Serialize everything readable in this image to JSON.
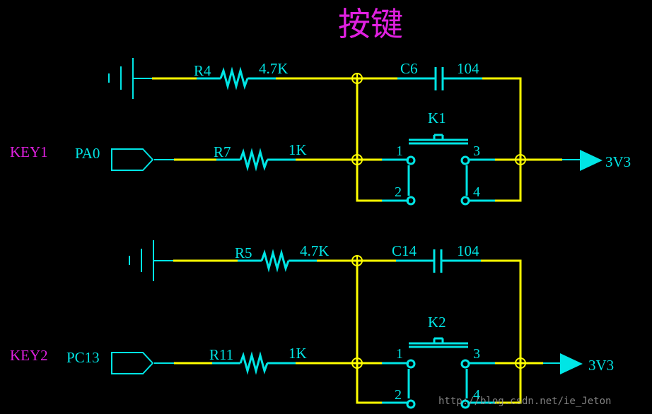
{
  "title": "按键",
  "colors": {
    "wire": "#ffff00",
    "component": "#00e5e5",
    "net_label": "#e020e0",
    "background": "#000000",
    "watermark": "#9a9a9a"
  },
  "circuits": [
    {
      "net": "KEY1",
      "port": "PA0",
      "pullup_resistor": {
        "ref": "R4",
        "value": "4.7K"
      },
      "capacitor": {
        "ref": "C6",
        "value": "104"
      },
      "series_resistor": {
        "ref": "R7",
        "value": "1K"
      },
      "switch": {
        "ref": "K1",
        "pins": [
          "1",
          "2",
          "3",
          "4"
        ]
      },
      "power": "3V3"
    },
    {
      "net": "KEY2",
      "port": "PC13",
      "pullup_resistor": {
        "ref": "R5",
        "value": "4.7K"
      },
      "capacitor": {
        "ref": "C14",
        "value": "104"
      },
      "series_resistor": {
        "ref": "R11",
        "value": "1K"
      },
      "switch": {
        "ref": "K2",
        "pins": [
          "1",
          "2",
          "3",
          "4"
        ]
      },
      "power": "3V3"
    }
  ],
  "watermark": "http://blog.csdn.net/ie_Jeton"
}
